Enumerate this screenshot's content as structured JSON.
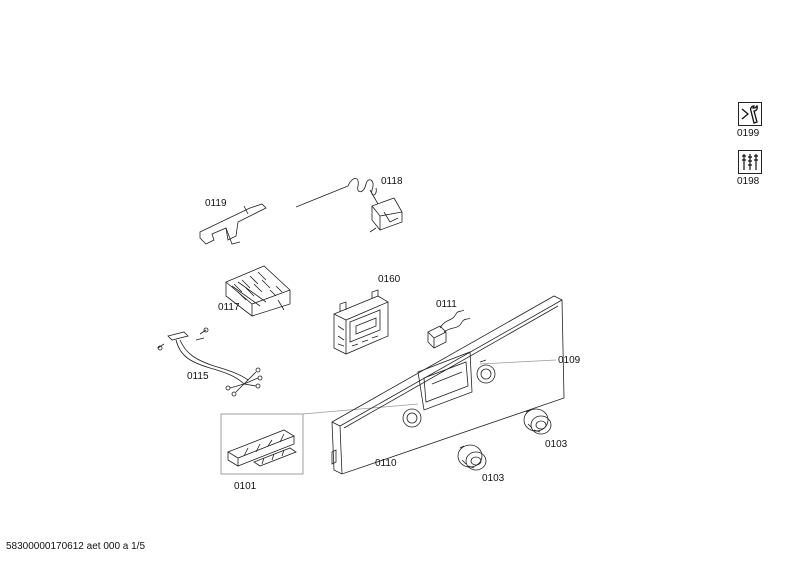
{
  "diagram": {
    "labels": {
      "p0119": "0119",
      "p0118": "0118",
      "p0117": "0117",
      "p0160": "0160",
      "p0111": "0111",
      "p0115": "0115",
      "p0109": "0109",
      "p0110": "0110",
      "p0103a": "0103",
      "p0103b": "0103",
      "p0101": "0101"
    },
    "side_icons": {
      "tool": {
        "label": "0199",
        "icon": "wrench-icon"
      },
      "kit": {
        "label": "0198",
        "icon": "screws-icon"
      }
    },
    "footer": "58300000170612 aet 000 a 1/5"
  }
}
